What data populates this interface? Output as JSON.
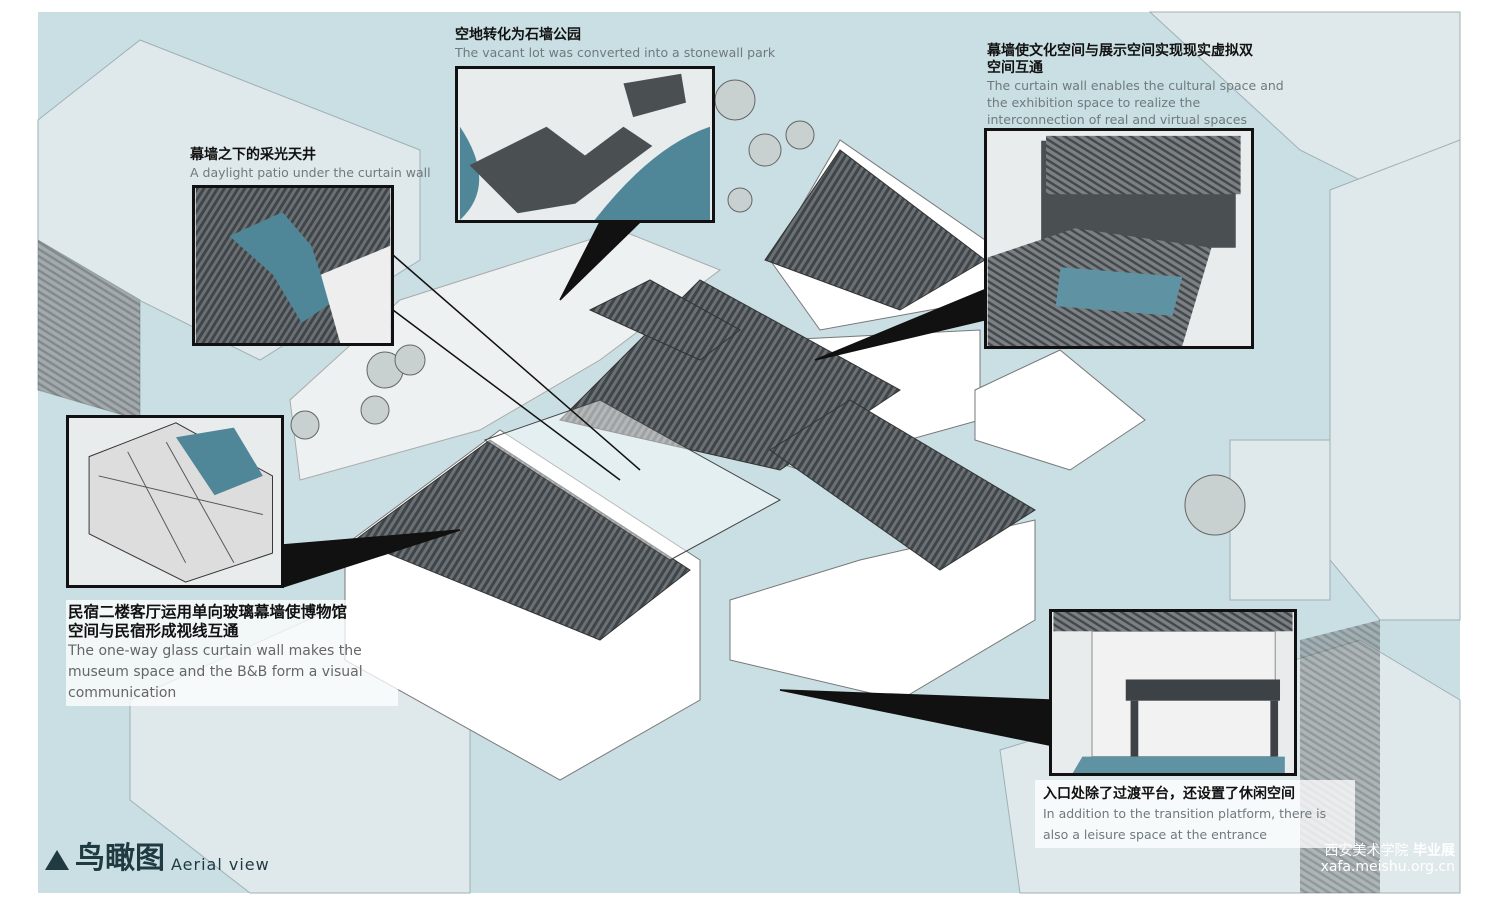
{
  "callouts": [
    {
      "zh": "空地转化为石墙公园",
      "en": [
        "The vacant lot was converted into a stonewall park"
      ]
    },
    {
      "zh": "幕墙之下的采光天井",
      "en": [
        "A daylight patio under the curtain wall"
      ]
    },
    {
      "zh": [
        "幕墙使文化空间与展示空间实现现实虚拟双",
        "空间互通"
      ],
      "en": [
        "The curtain wall enables the cultural space and",
        "the exhibition space to realize the",
        "interconnection of real and virtual spaces"
      ]
    },
    {
      "zh": [
        "民宿二楼客厅运用单向玻璃幕墙使博物馆",
        "空间与民宿形成视线互通"
      ],
      "en": [
        "The one-way glass curtain wall makes the",
        "museum space and the B&B form a visual",
        "communication"
      ]
    },
    {
      "zh": "入口处除了过渡平台，还设置了休闲空间",
      "en": [
        "In addition to the transition platform, there is",
        "also a leisure space at the entrance"
      ]
    }
  ],
  "title": {
    "zh": "鸟瞰图",
    "en": "Aerial view"
  },
  "watermark": {
    "school": "西安美术学院",
    "event": "毕业展",
    "url": "xafa.meishu.org.cn"
  },
  "colors": {
    "ground": "#c9dfe3",
    "roof": "#555b5e",
    "water": "#4f8799",
    "building": "#ffffff"
  }
}
